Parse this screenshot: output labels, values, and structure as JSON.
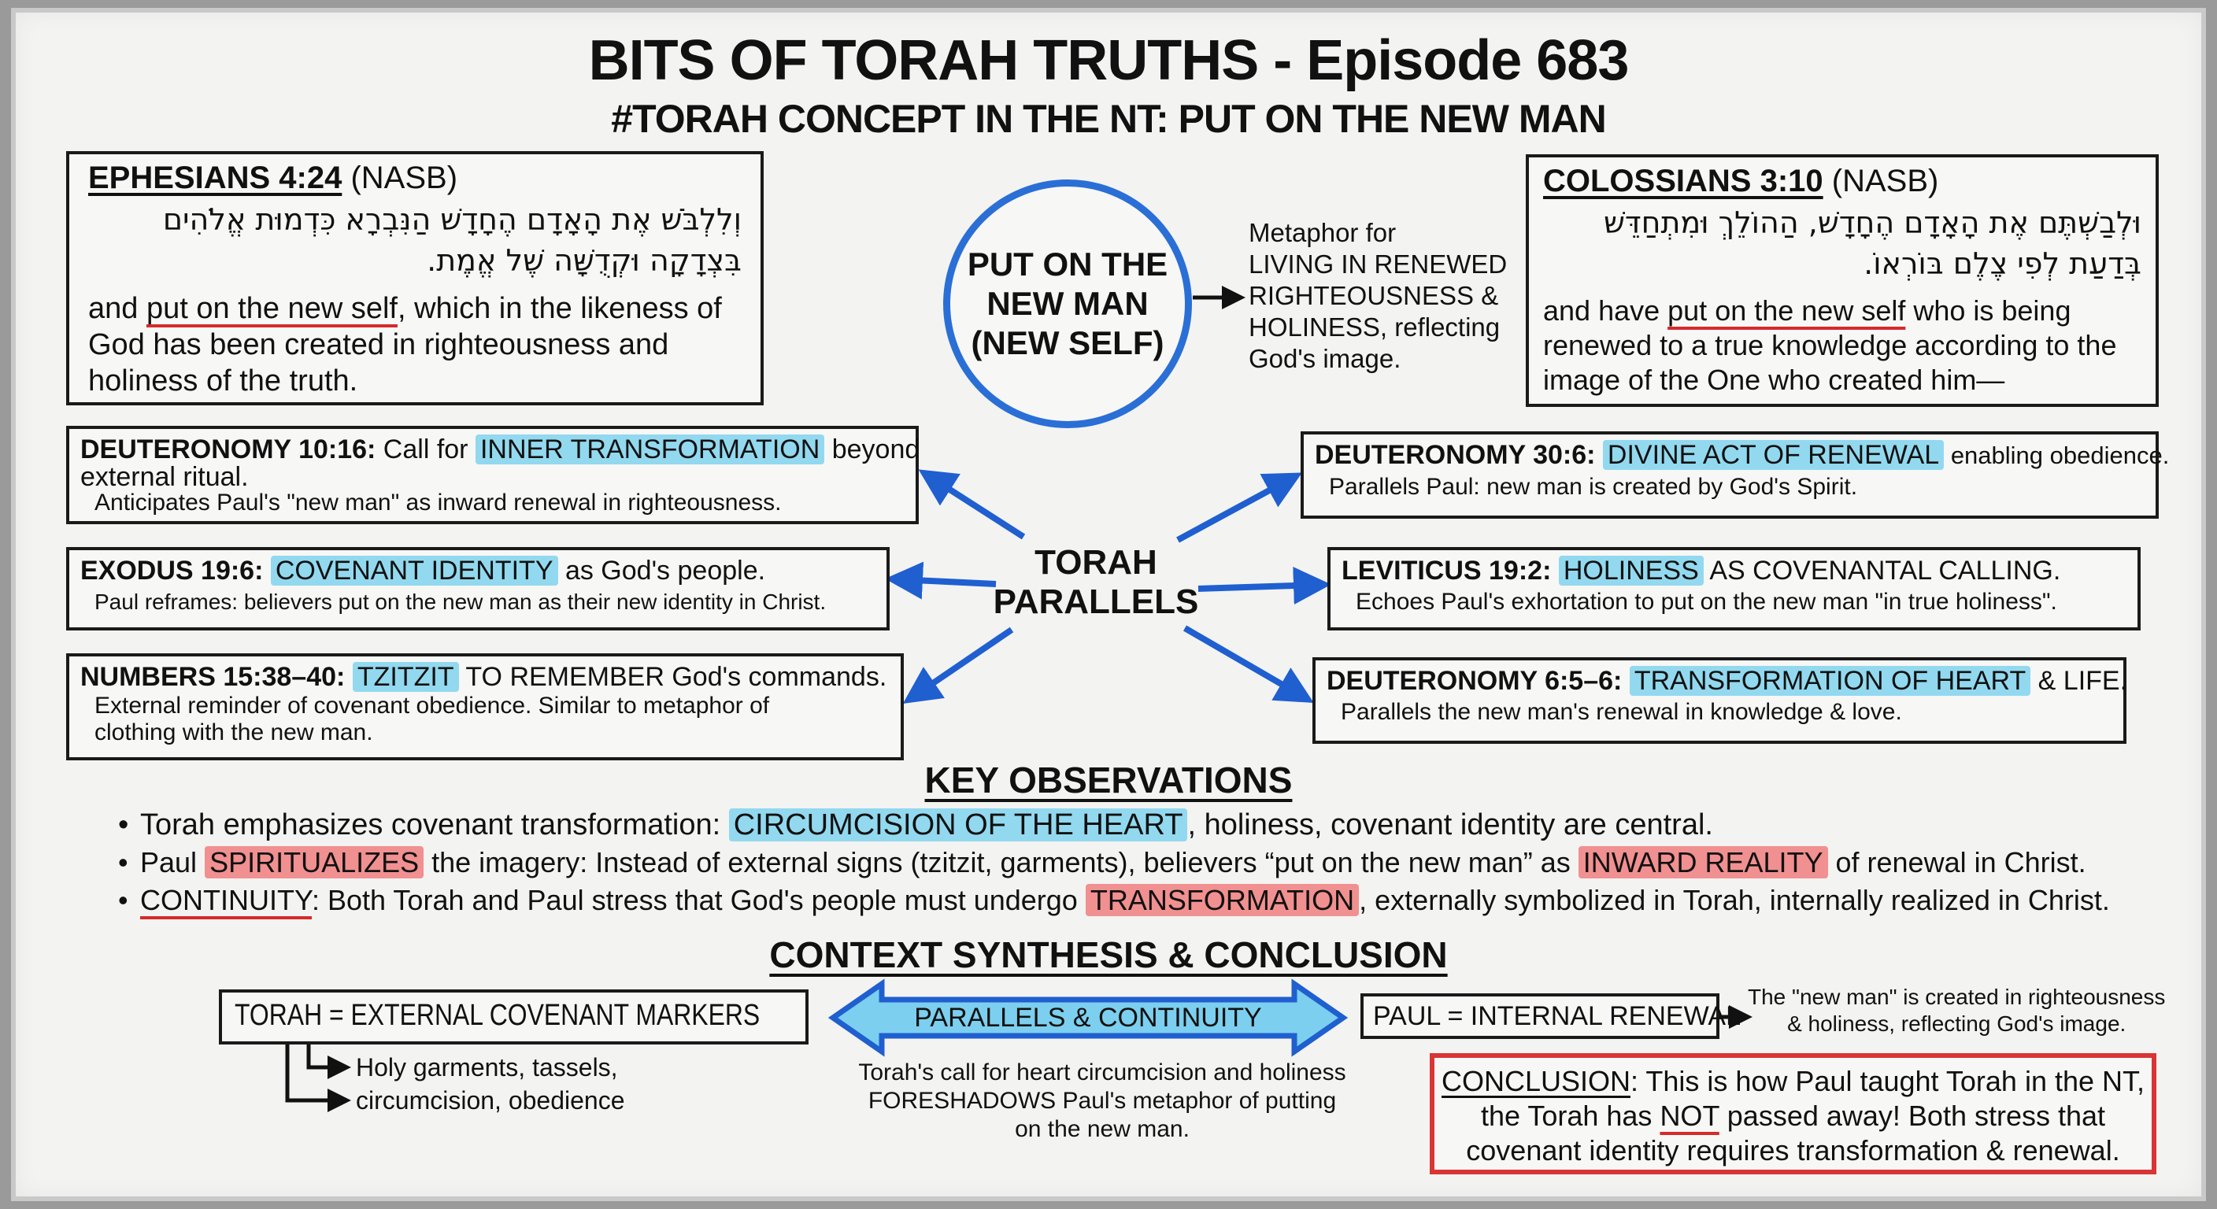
{
  "header": {
    "title": "BITS OF TORAH TRUTHS - Episode 683",
    "subtitle": "#TORAH CONCEPT IN THE NT: PUT ON THE NEW MAN"
  },
  "ephesians": {
    "ref": "EPHESIANS 4:24",
    "version": "(NASB)",
    "hebrew_1": "וְלִלְבֹּשׁ אֶת הָאָדָם הֶחָדָשׁ הַנִּבְרָא כִּדְמוּת אֱלֹהִים",
    "hebrew_2": "בִּצְדָקָה וּקְדֻשָּׁה שֶׁל אֱמֶת.",
    "eng_pre": "and ",
    "eng_key": "put on the new self",
    "eng_post": ", which in the likeness of God has been created in righteousness and holiness of the truth."
  },
  "colossians": {
    "ref": "COLOSSIANS 3:10",
    "version": "(NASB)",
    "hebrew_1": "וּלְבַשְׁתֶּם אֶת הָאָדָם הֶחָדָשׁ, הַהוֹלֵךְ וּמִתְחַדֵּשׁ",
    "hebrew_2": "בְּדַעַת לְפִי צֶלֶם בּוֹרְאוֹ.",
    "eng_pre": "and have ",
    "eng_key": "put on the new self",
    "eng_post": " who is being renewed to a true knowledge according to the image of the One who created him—"
  },
  "circle": {
    "line1": "PUT ON THE",
    "line2": "NEW MAN",
    "line3": "(NEW SELF)"
  },
  "metaphor": {
    "line1": "Metaphor for",
    "line2": "LIVING IN RENEWED",
    "line3": "RIGHTEOUSNESS &",
    "line4": "HOLINESS, reflecting",
    "line5": "God's image."
  },
  "center": {
    "line1": "TORAH",
    "line2": "PARALLELS"
  },
  "parallels": [
    {
      "ref": "DEUTERONOMY 10:16:",
      "pre": " Call for ",
      "hl": "INNER TRANSFORMATION",
      "post": " beyond",
      "cont": "external ritual.",
      "note": "Anticipates Paul's \"new man\" as inward renewal in righteousness."
    },
    {
      "ref": "EXODUS 19:6:",
      "pre": " ",
      "hl": "COVENANT IDENTITY",
      "post": " as God's people.",
      "note": "Paul reframes: believers put on the new man as their new identity in Christ."
    },
    {
      "ref": "NUMBERS 15:38–40:",
      "pre": " ",
      "hl": "TZITZIT",
      "post": " TO REMEMBER God's commands.",
      "note": "External reminder of covenant obedience. Similar to metaphor of",
      "note2": "clothing with the new man."
    },
    {
      "ref": "DEUTERONOMY 30:6:",
      "pre": " ",
      "hl": "DIVINE ACT OF RENEWAL",
      "post": " enabling obedience.",
      "note": "Parallels Paul: new man is created by God's Spirit."
    },
    {
      "ref": "LEVITICUS 19:2:",
      "pre": " ",
      "hl": "HOLINESS",
      "post": " AS COVENANTAL CALLING.",
      "note": "Echoes Paul's exhortation to put on the new man \"in true holiness\"."
    },
    {
      "ref": "DEUTERONOMY 6:5–6:",
      "pre": " ",
      "hl": "TRANSFORMATION OF HEART",
      "post": " & LIFE.",
      "note": "Parallels the new man's renewal in knowledge & love."
    }
  ],
  "observations": {
    "heading": "KEY OBSERVATIONS",
    "b1": {
      "pre": "Torah emphasizes covenant transformation: ",
      "hl": "CIRCUMCISION OF THE HEART",
      "post": ", holiness, covenant identity are central."
    },
    "b2": {
      "pre": "Paul ",
      "hl": "SPIRITUALIZES",
      "mid": " the imagery: Instead of external signs (tzitzit, garments), believers “put on the new man” as ",
      "hl2": "INWARD REALITY",
      "post": " of renewal in Christ."
    },
    "b3": {
      "key": "CONTINUITY",
      "pre": ": Both Torah and Paul stress that God's people must undergo ",
      "hl": "TRANSFORMATION",
      "post": ", externally symbolized in Torah, internally realized in Christ."
    }
  },
  "synthesis": {
    "heading": "CONTEXT SYNTHESIS & CONCLUSION",
    "torah": "TORAH = EXTERNAL COVENANT MARKERS",
    "torah_sub1": "Holy garments, tassels,",
    "torah_sub2": "circumcision, obedience",
    "arrow": "PARALLELS & CONTINUITY",
    "mid1": "Torah's call for heart circumcision and holiness",
    "mid2": "FORESHADOWS Paul's metaphor of putting",
    "mid3": "on the new man.",
    "paul": "PAUL = INTERNAL RENEWAL",
    "paul_note1": "The \"new man\" is created in righteousness",
    "paul_note2": "& holiness, reflecting God's image.",
    "conc_key": "CONCLUSION",
    "conc_1": ": This is how Paul taught Torah in the NT,",
    "conc_2a": "the Torah has ",
    "conc_not": "NOT",
    "conc_2b": " passed away!  Both stress that",
    "conc_3": "covenant identity requires transformation & renewal."
  },
  "colors": {
    "blue": "#2a6fd6",
    "cyan": "#92d9ef",
    "red": "#d93535",
    "pink": "#f19090"
  }
}
